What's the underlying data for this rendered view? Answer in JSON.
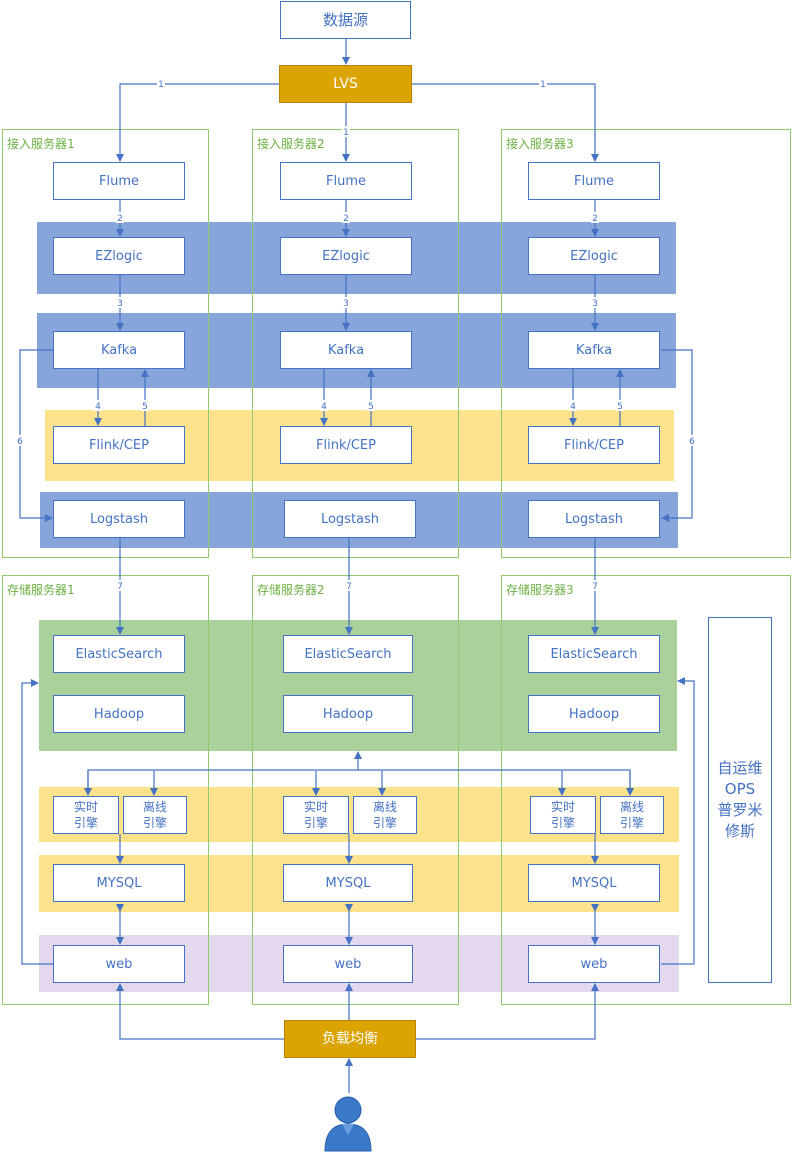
{
  "nodes": {
    "data_source": "数据源",
    "lvs": "LVS",
    "load_balancer": "负载均衡",
    "self_ops": "自运维\nOPS\n普罗米\n修斯"
  },
  "groups": {
    "ingest": [
      "接入服务器1",
      "接入服务器2",
      "接入服务器3"
    ],
    "storage": [
      "存储服务器1",
      "存储服务器2",
      "存储服务器3"
    ]
  },
  "columns": [
    {
      "flume": "Flume",
      "ezlogic": "EZlogic",
      "kafka": "Kafka",
      "flink": "Flink/CEP",
      "logstash": "Logstash",
      "elasticsearch": "ElasticSearch",
      "hadoop": "Hadoop",
      "realtime": "实时\n引擎",
      "offline": "离线\n引擎",
      "mysql": "MYSQL",
      "web": "web"
    },
    {
      "flume": "Flume",
      "ezlogic": "EZlogic",
      "kafka": "Kafka",
      "flink": "Flink/CEP",
      "logstash": "Logstash",
      "elasticsearch": "ElasticSearch",
      "hadoop": "Hadoop",
      "realtime": "实时\n引擎",
      "offline": "离线\n引擎",
      "mysql": "MYSQL",
      "web": "web"
    },
    {
      "flume": "Flume",
      "ezlogic": "EZlogic",
      "kafka": "Kafka",
      "flink": "Flink/CEP",
      "logstash": "Logstash",
      "elasticsearch": "ElasticSearch",
      "hadoop": "Hadoop",
      "realtime": "实时\n引擎",
      "offline": "离线\n引擎",
      "mysql": "MYSQL",
      "web": "web"
    }
  ],
  "edge_labels": {
    "lvs_to_flume": "1",
    "flume_to_ezlogic": "2",
    "ezlogic_to_kafka": "3",
    "kafka_to_flink": "4",
    "flink_to_kafka": "5",
    "kafka_to_logstash": "6",
    "logstash_to_elasticsearch": "7"
  },
  "icons": {
    "user": "user-icon"
  },
  "colors": {
    "node_border": "#4472c4",
    "gold": "#dca400",
    "band_blue": "#87a5da",
    "band_yellow": "#fde28c",
    "band_green": "#aad19b",
    "band_purple": "#e3d8ee",
    "group_border": "#8fca6c"
  }
}
